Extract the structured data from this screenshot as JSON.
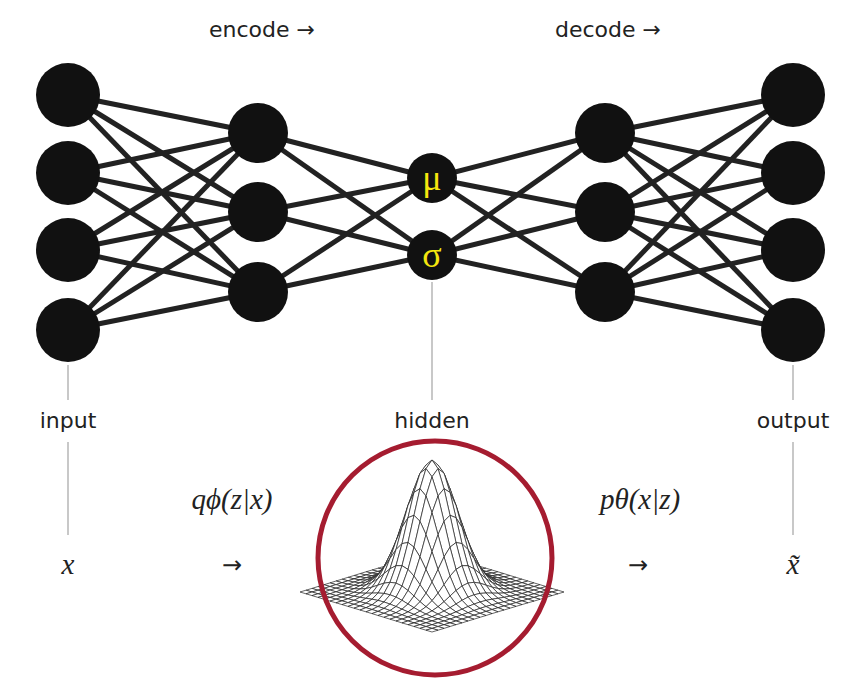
{
  "diagram": {
    "nodes": [
      {
        "text": [
          "μ"
        ]
      },
      {
        "text": [
          "σ"
        ]
      }
    ],
    "labels": [
      "encode →",
      "decode →",
      "input",
      "hidden",
      "output",
      "qϕ(z|x)",
      "pθ(x|z)",
      "x",
      "→",
      "→",
      "x̃"
    ]
  }
}
